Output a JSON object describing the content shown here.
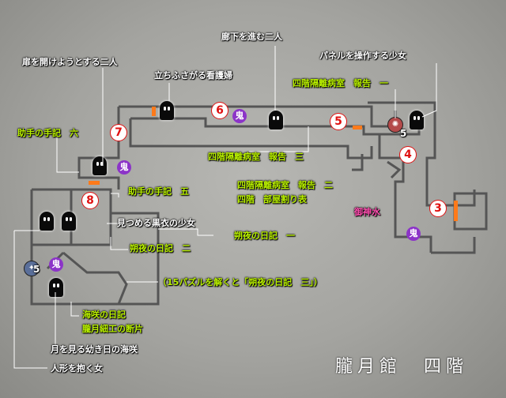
{
  "title": "朧月館　四階",
  "labels": {
    "tobira": "扉を開けようとする二人",
    "tachisukumu": "立ちふさがる看護婦",
    "rouka": "廊下を進む二人",
    "panel": "パネルを操作する少女",
    "report1": "四階隔離病室　報告　一",
    "joshu6": "助手の手記　六",
    "report3": "四階隔離病室　報告　三",
    "report2": "四階隔離病室　報告　二",
    "heyawari": "四階　部屋割り表",
    "goshinsui": "御神水",
    "joshu5": "助手の手記　五",
    "kuroi": "見つめる黒衣の少女",
    "sakuya1": "朔夜の日記　一",
    "sakuya2": "朔夜の日記　二",
    "puzzle": "（15パズルを解くと「朔夜の日記　三」）",
    "misaki_diary": "海咲の日記",
    "oborozuki": "朧月細工の断片",
    "tsuki": "月を見る幼き日の海咲",
    "ningyo": "人形を抱く女"
  },
  "numbers": [
    "3",
    "4",
    "5",
    "6",
    "7",
    "8"
  ],
  "oni_label": "鬼",
  "item_count": "5",
  "colors": {
    "green": "#b9f000",
    "white": "#ffffff",
    "pink": "#ff4fb0",
    "door": "#ff7a1a",
    "oni": "#8c34c8"
  }
}
